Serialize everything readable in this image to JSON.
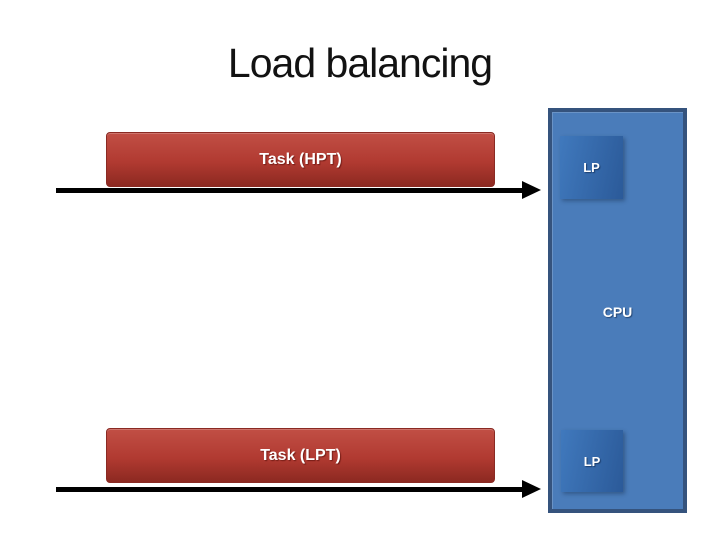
{
  "title": "Load balancing",
  "tasks": [
    {
      "label": "Task (HPT)"
    },
    {
      "label": "Task (LPT)"
    }
  ],
  "cpu": {
    "label": "CPU",
    "logical_processors": [
      "LP",
      "LP"
    ]
  },
  "icons": {
    "task_flow": "arrow-right"
  },
  "colors": {
    "background": "#ffffff",
    "title_text": "#121212",
    "task_red": "#b13a31",
    "task_red_dark": "#8c2921",
    "task_border": "#8a2a23",
    "cpu_fill": "#4a7cba",
    "cpu_border": "#35537d",
    "lp_fill_light": "#4079bd",
    "lp_fill_dark": "#2b5a99",
    "arrow": "#000000",
    "label_text": "#ffffff"
  }
}
